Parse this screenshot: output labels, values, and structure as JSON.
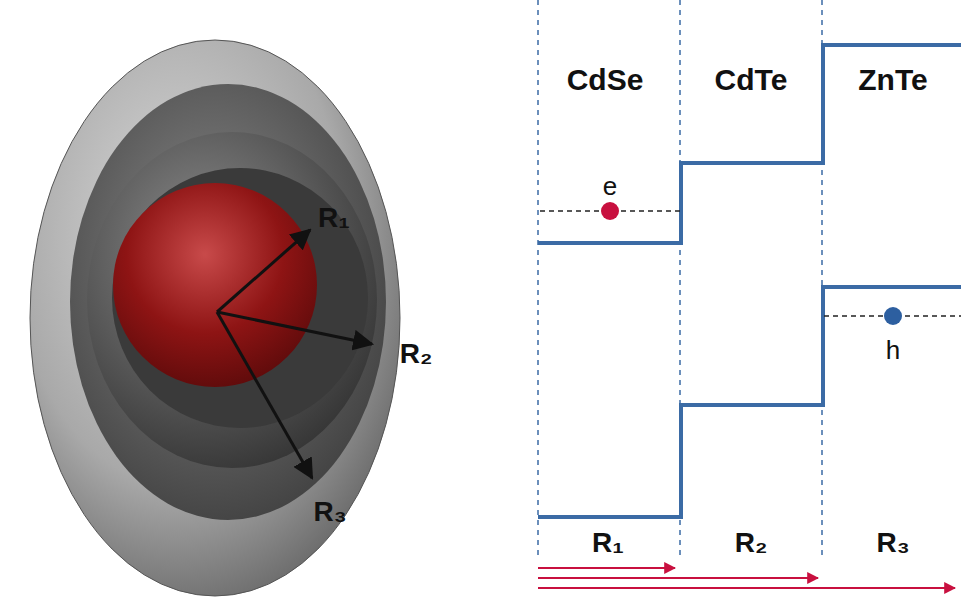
{
  "diagram": {
    "labels": [
      "R₁",
      "R₂",
      "R₃",
      "CdSe",
      "CdTe",
      "ZnTe",
      "e",
      "h",
      "R₁",
      "R₂",
      "R₃"
    ]
  }
}
